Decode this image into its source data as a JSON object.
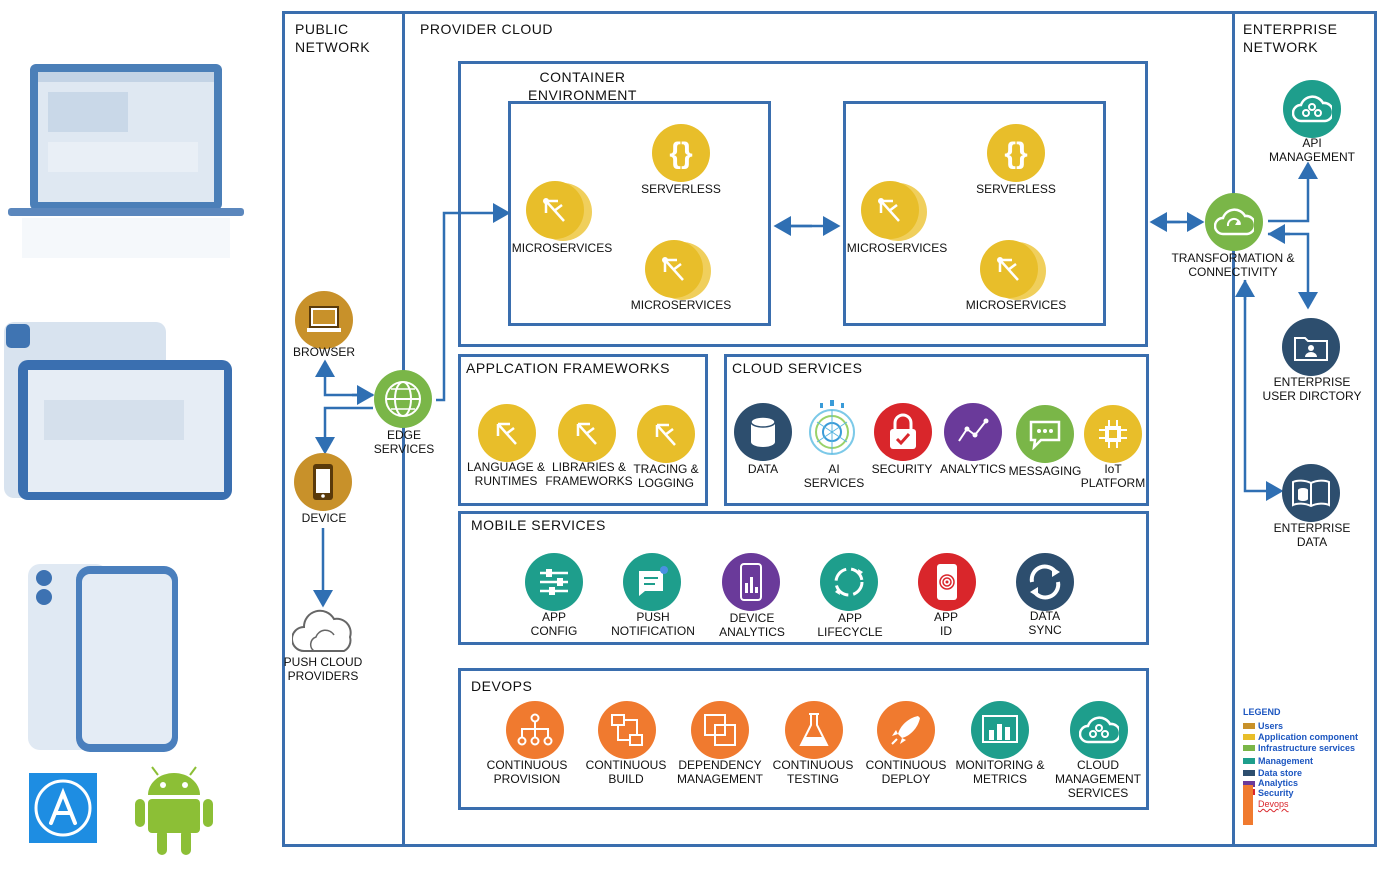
{
  "zones": {
    "public": "PUBLIC\nNETWORK",
    "provider": "PROVIDER CLOUD",
    "enterprise": "ENTERPRISE\nNETWORK"
  },
  "container": {
    "title": "CONTAINER\nENVIRONMENT",
    "left": {
      "serverless": "SERVERLESS",
      "micro1": "MICROSERVICES",
      "micro2": "MICROSERVICES"
    },
    "right": {
      "serverless": "SERVERLESS",
      "micro1": "MICROSERVICES",
      "micro2": "MICROSERVICES"
    }
  },
  "public": {
    "browser": "BROWSER",
    "device": "DEVICE",
    "edge": "EDGE\nSERVICES",
    "push": "PUSH CLOUD\nPROVIDERS"
  },
  "frameworks": {
    "title": "APPLCATION FRAMEWORKS",
    "items": [
      "LANGUAGE &\nRUNTIMES",
      "LIBRARIES &\nFRAMEWORKS",
      "TRACING &\nLOGGING"
    ]
  },
  "cloud_services": {
    "title": "CLOUD SERVICES",
    "items": [
      "DATA",
      "AI\nSERVICES",
      "SECURITY",
      "ANALYTICS",
      "MESSAGING",
      "IoT\nPLATFORM"
    ]
  },
  "mobile": {
    "title": "MOBILE SERVICES",
    "items": [
      "APP\nCONFIG",
      "PUSH\nNOTIFICATION",
      "DEVICE\nANALYTICS",
      "APP\nLIFECYCLE",
      "APP\nID",
      "DATA\nSYNC"
    ]
  },
  "devops": {
    "title": "DEVOPS",
    "items": [
      "CONTINUOUS\nPROVISION",
      "CONTINUOUS\nBUILD",
      "DEPENDENCY\nMANAGEMENT",
      "CONTINUOUS\nTESTING",
      "CONTINUOUS\nDEPLOY",
      "MONITORING &\nMETRICS",
      "CLOUD\nMANAGEMENT\nSERVICES"
    ]
  },
  "enterprise": {
    "transform": "TRANSFORMATION &\nCONNECTIVITY",
    "api": "API\nMANAGEMENT",
    "directory": "ENTERPRISE\nUSER DIRCTORY",
    "data": "ENTERPRISE\nDATA"
  },
  "legend": {
    "title": "LEGEND",
    "items": [
      "Users",
      "Application component",
      "Infrastructure services",
      "Management",
      "Data store",
      "Analytics",
      "Security",
      "Devops"
    ]
  },
  "colors": {
    "border": "#3a6eae",
    "users": "#c8912a",
    "app_component": "#e8be2a",
    "infrastructure": "#7ab648",
    "management": "#1e9e8c",
    "data_store": "#2d4e6e",
    "analytics": "#6a3a9a",
    "security": "#d9262b",
    "devops": "#f07a2f"
  }
}
